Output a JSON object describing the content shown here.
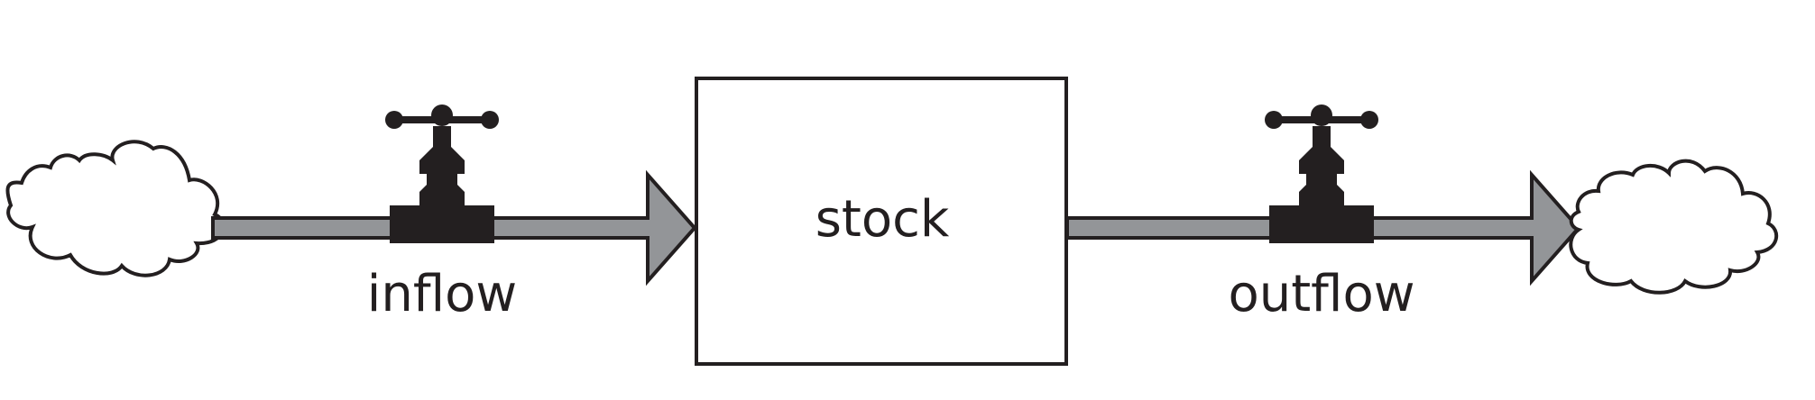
{
  "diagram": {
    "stock_label": "stock",
    "inflow_label": "inflow",
    "outflow_label": "outflow"
  },
  "colors": {
    "stroke": "#231f20",
    "pipe_fill": "#939598",
    "valve_fill": "#231f20",
    "box_fill": "#ffffff",
    "cloud_fill": "#ffffff"
  },
  "icons": {
    "source": "cloud-icon",
    "sink": "cloud-icon",
    "valve": "valve-icon"
  }
}
